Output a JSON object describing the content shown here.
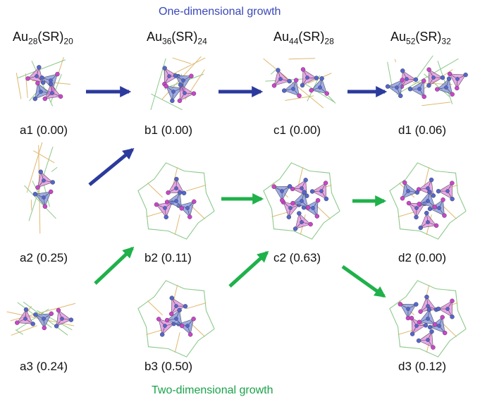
{
  "banners": {
    "top": "One-dimensional growth",
    "bottom": "Two-dimensional growth"
  },
  "columns": [
    {
      "base": "Au",
      "n1": "28",
      "mid": "(SR)",
      "n2": "20"
    },
    {
      "base": "Au",
      "n1": "36",
      "mid": "(SR)",
      "n2": "24"
    },
    {
      "base": "Au",
      "n1": "44",
      "mid": "(SR)",
      "n2": "28"
    },
    {
      "base": "Au",
      "n1": "52",
      "mid": "(SR)",
      "n2": "32"
    }
  ],
  "nodes": [
    {
      "id": "a1",
      "label": "a1 (0.00)",
      "shape": "compact"
    },
    {
      "id": "a2",
      "label": "a2 (0.25)",
      "shape": "tall"
    },
    {
      "id": "a3",
      "label": "a3 (0.24)",
      "shape": "flat"
    },
    {
      "id": "b1",
      "label": "b1 (0.00)",
      "shape": "compact"
    },
    {
      "id": "b2",
      "label": "b2 (0.11)",
      "shape": "round"
    },
    {
      "id": "b3",
      "label": "b3 (0.50)",
      "shape": "round"
    },
    {
      "id": "c1",
      "label": "c1 (0.00)",
      "shape": "wide"
    },
    {
      "id": "c2",
      "label": "c2 (0.63)",
      "shape": "round"
    },
    {
      "id": "d1",
      "label": "d1 (0.06)",
      "shape": "wide"
    },
    {
      "id": "d2",
      "label": "d2 (0.00)",
      "shape": "round"
    },
    {
      "id": "d3",
      "label": "d3 (0.12)",
      "shape": "round"
    }
  ],
  "arrows": [
    {
      "from": "a1",
      "to": "b1",
      "kind": "one-dimensional"
    },
    {
      "from": "b1",
      "to": "c1",
      "kind": "one-dimensional"
    },
    {
      "from": "c1",
      "to": "d1",
      "kind": "one-dimensional"
    },
    {
      "from": "a2",
      "to": "b1",
      "kind": "one-dimensional"
    },
    {
      "from": "a3",
      "to": "b2",
      "kind": "two-dimensional"
    },
    {
      "from": "b2",
      "to": "c2",
      "kind": "two-dimensional"
    },
    {
      "from": "b3",
      "to": "c2",
      "kind": "two-dimensional"
    },
    {
      "from": "c2",
      "to": "d2",
      "kind": "two-dimensional"
    },
    {
      "from": "c2",
      "to": "d3",
      "kind": "two-dimensional"
    }
  ],
  "colors": {
    "one_dimensional": "#2b3a9c",
    "two_dimensional": "#1fb14a",
    "gold_atom": "#5566cc",
    "sulfur_atom": "#cc44cc",
    "tetra_pink": "#e08ae0",
    "tetra_blue": "#7d8fe0",
    "ligand_green": "#8cc98c",
    "ligand_gold": "#e0b870"
  }
}
